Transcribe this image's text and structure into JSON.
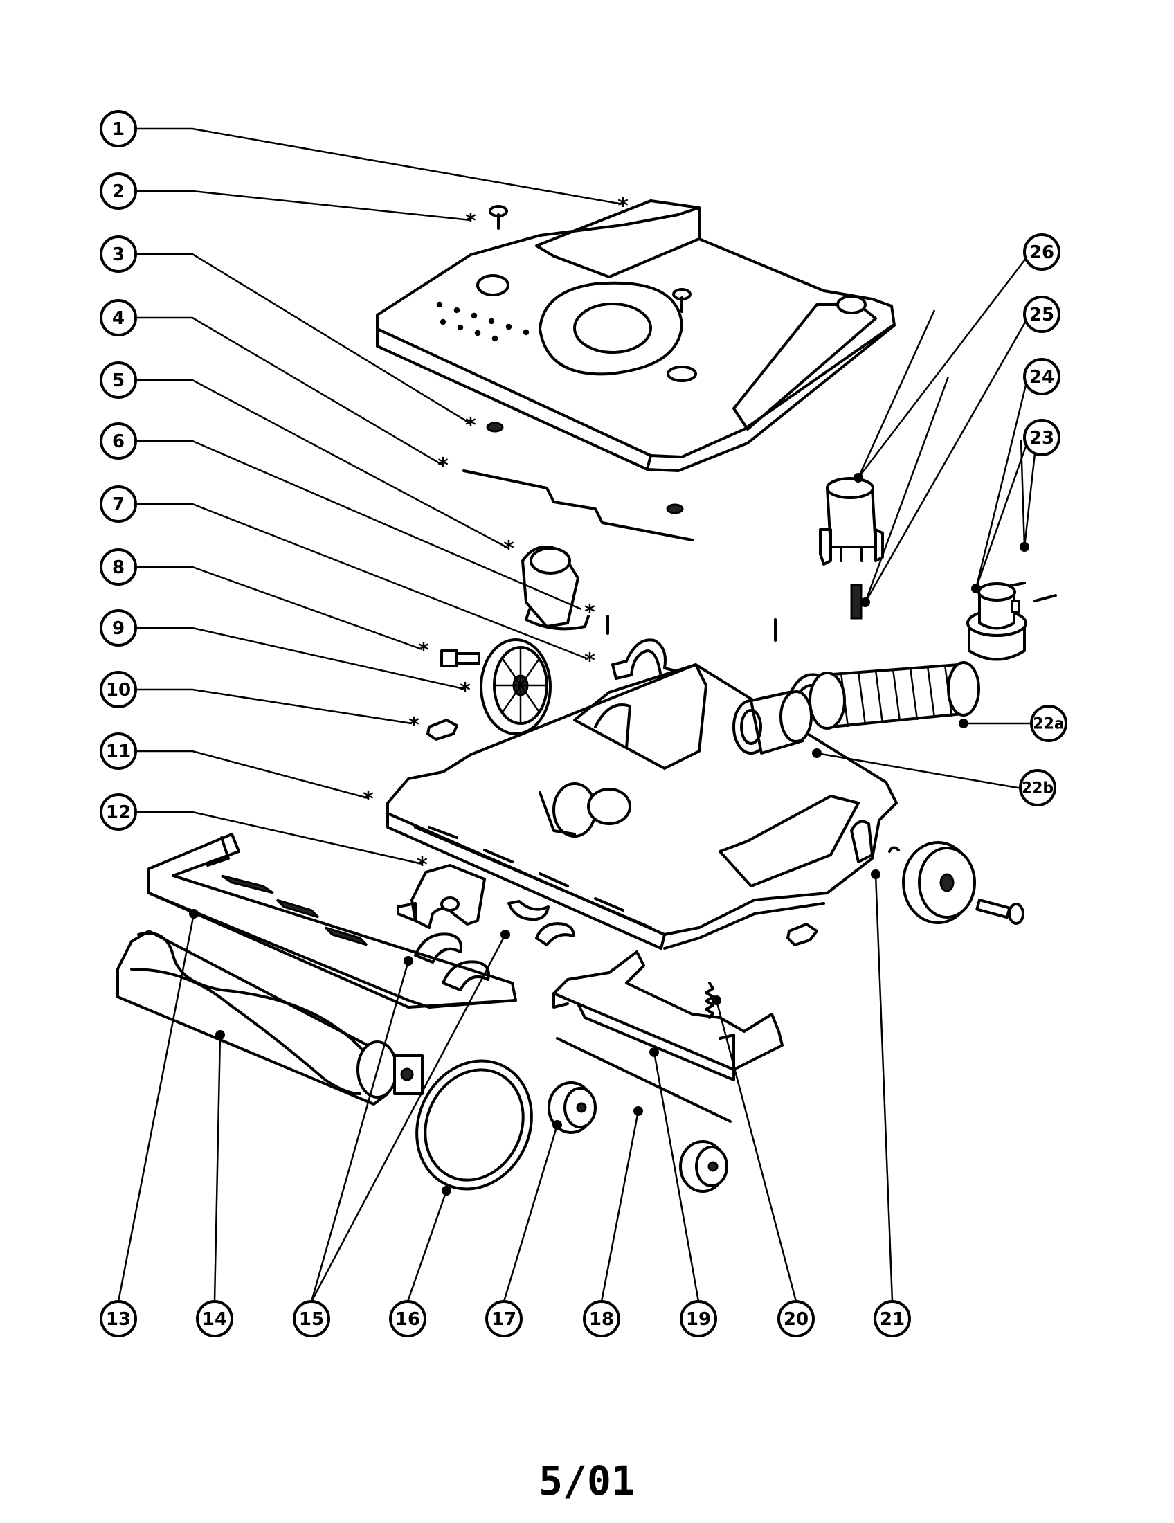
{
  "diagram": {
    "callouts": [
      "1",
      "2",
      "3",
      "4",
      "5",
      "6",
      "7",
      "8",
      "9",
      "10",
      "11",
      "12",
      "13",
      "14",
      "15",
      "16",
      "17",
      "18",
      "19",
      "20",
      "21",
      "22a",
      "22b",
      "23",
      "24",
      "25",
      "26"
    ],
    "marker_symbol": "*"
  },
  "footer": {
    "date_code": "5/01"
  }
}
